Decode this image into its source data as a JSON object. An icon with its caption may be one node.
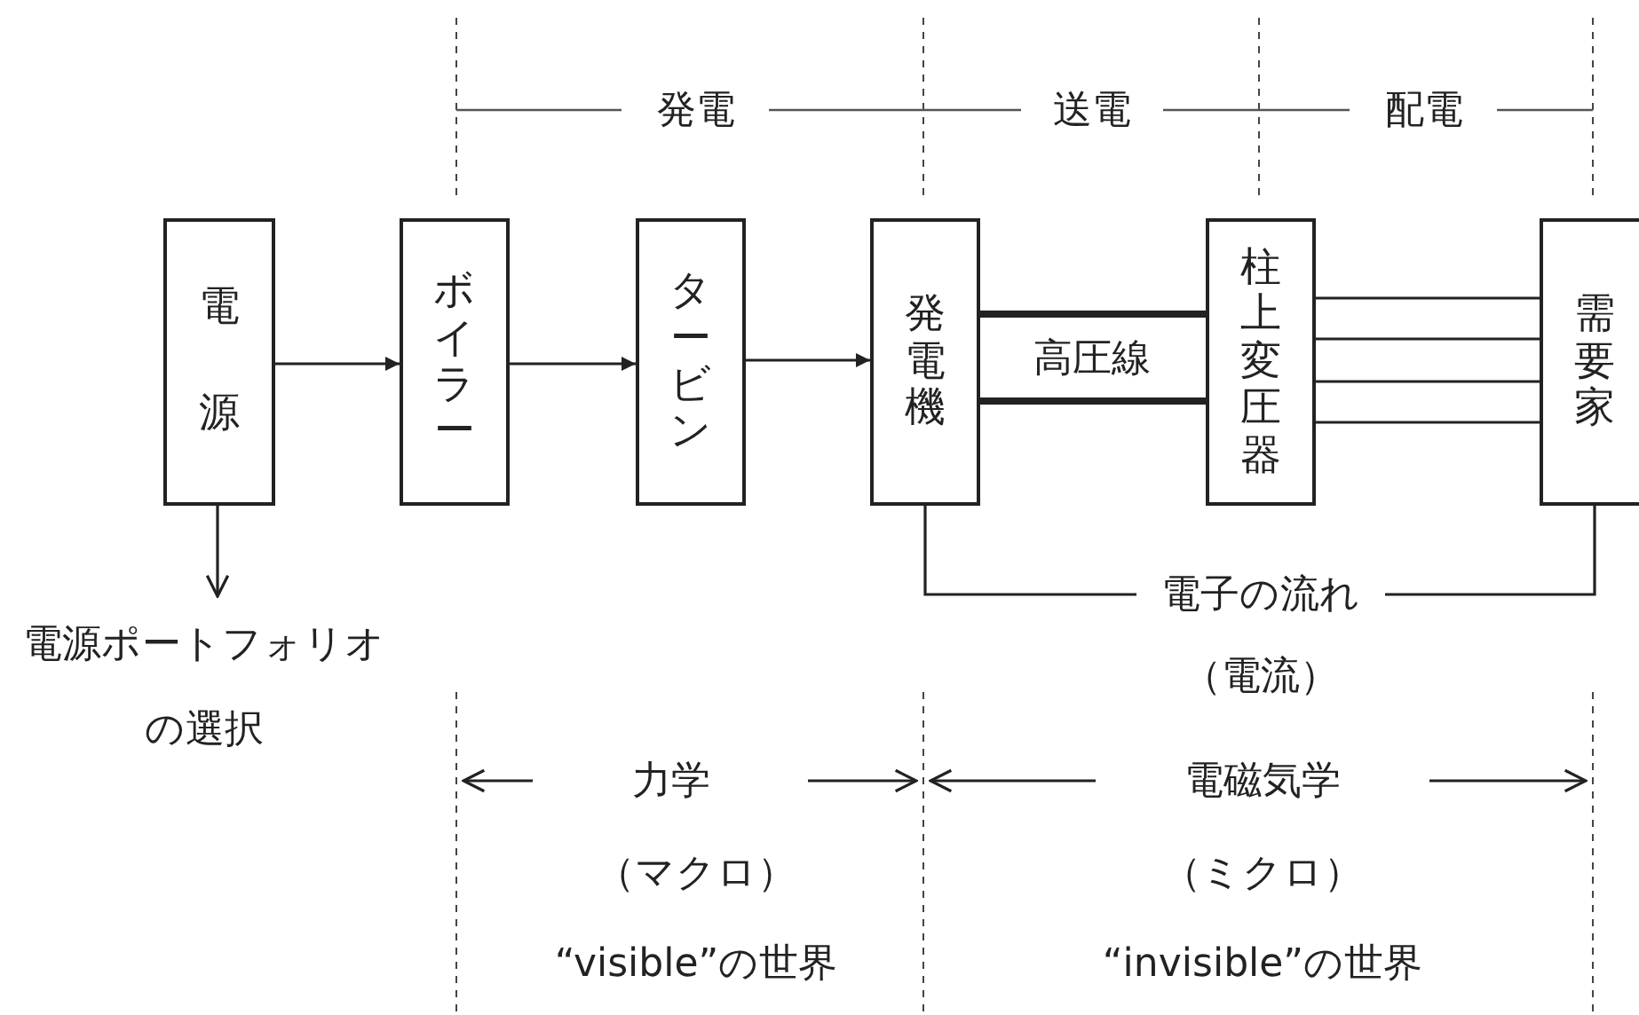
{
  "diagram": {
    "nodes": [
      {
        "text": [
          "電源"
        ]
      },
      {
        "text": [
          "ボイラー"
        ]
      },
      {
        "text": [
          "タービン"
        ]
      },
      {
        "text": [
          "発電機"
        ]
      },
      {
        "text": [
          "柱上変圧器"
        ]
      },
      {
        "text": [
          "需要家"
        ]
      },
      {
        "text": [
          "電源ポートフォリオの選択"
        ]
      }
    ],
    "edges": [
      {
        "from": 0,
        "to": 1,
        "arrow": "to"
      },
      {
        "from": 1,
        "to": 2,
        "arrow": "to"
      },
      {
        "from": 2,
        "to": 3,
        "arrow": "to"
      },
      {
        "from": 3,
        "to": 4,
        "arrow": "none",
        "style": "thick"
      },
      {
        "from": 3,
        "to": 4,
        "arrow": "none",
        "style": "thick"
      },
      {
        "from": 4,
        "to": 5,
        "arrow": "none"
      },
      {
        "from": 4,
        "to": 5,
        "arrow": "none"
      },
      {
        "from": 4,
        "to": 5,
        "arrow": "none"
      },
      {
        "from": 4,
        "to": 5,
        "arrow": "none"
      },
      {
        "from": 3,
        "to": 5,
        "arrow": "none",
        "label": "電子の流れ"
      },
      {
        "from": 0,
        "to": 6,
        "arrow": "to"
      }
    ],
    "labels": [
      "発電",
      "送電",
      "配電",
      "高圧線",
      "（電流）",
      "力学",
      "電磁気学",
      "（マクロ）",
      "（ミクロ）",
      "“visible”の世界",
      "“invisible”の世界"
    ]
  }
}
